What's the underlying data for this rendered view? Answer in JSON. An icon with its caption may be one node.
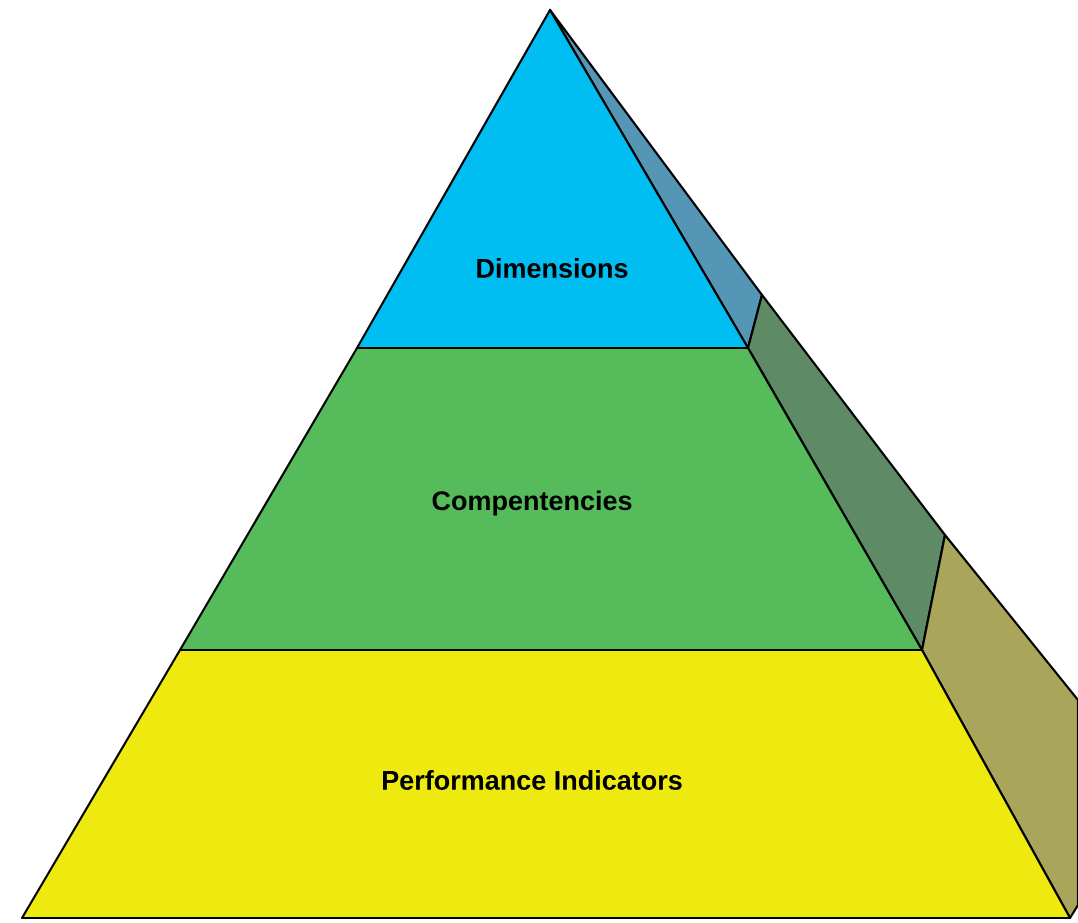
{
  "diagram": {
    "nodes": [
      {
        "text": [
          "Dimensions"
        ]
      },
      {
        "text": [
          "Compentencies"
        ]
      },
      {
        "text": [
          "Performance Indicators"
        ]
      }
    ]
  }
}
